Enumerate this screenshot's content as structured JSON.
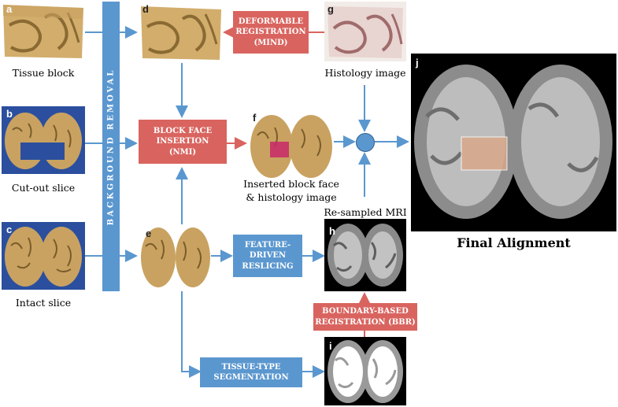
{
  "panels": {
    "a": {
      "letter": "a",
      "caption": "Tissue block"
    },
    "b": {
      "letter": "b",
      "caption": "Cut-out slice"
    },
    "c": {
      "letter": "c",
      "caption": "Intact slice"
    },
    "d": {
      "letter": "d"
    },
    "e": {
      "letter": "e"
    },
    "f": {
      "letter": "f",
      "caption_line1": "Inserted block face",
      "caption_line2": "& histology image"
    },
    "g": {
      "letter": "g",
      "caption": "Histology image"
    },
    "h": {
      "letter": "h",
      "caption": "Re-sampled MRI"
    },
    "i": {
      "letter": "i"
    },
    "j": {
      "letter": "j",
      "caption": "Final Alignment"
    }
  },
  "steps": {
    "background_removal": "BACKGROUND REMOVAL",
    "deformable_registration": "DEFORMABLE\nREGISTRATION\n(MIND)",
    "block_face_insertion": "BLOCK FACE\nINSERTION\n(NMI)",
    "feature_driven_reslicing": "FEATURE-\nDRIVEN\nRESLICING",
    "boundary_based_registration": "BOUNDARY-BASED\nREGISTRATION (BBR)",
    "tissue_type_segmentation": "TISSUE-TYPE\nSEGMENTATION"
  },
  "colors": {
    "red_step": "#d9645f",
    "blue_step": "#5b97cf",
    "arrow_blue": "#5b97cf",
    "arrow_red": "#d9645f",
    "tissue": "#c9a261",
    "slide_bg": "#2b4f9e"
  }
}
